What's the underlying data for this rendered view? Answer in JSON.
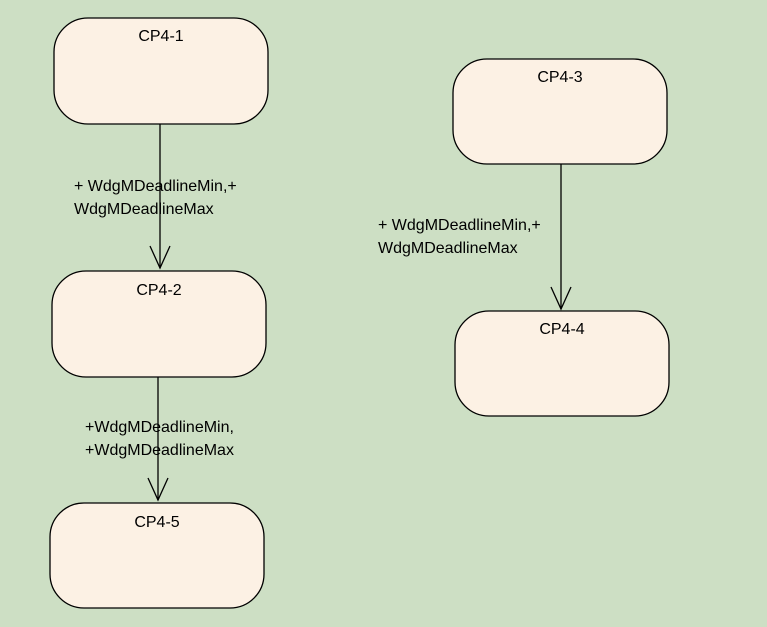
{
  "colors": {
    "background": "#cddfc4",
    "node_fill": "#fcf1e4",
    "stroke": "#000000"
  },
  "nodes": [
    {
      "id": "cp4-1",
      "label": "CP4-1"
    },
    {
      "id": "cp4-2",
      "label": "CP4-2"
    },
    {
      "id": "cp4-3",
      "label": "CP4-3"
    },
    {
      "id": "cp4-4",
      "label": "CP4-4"
    },
    {
      "id": "cp4-5",
      "label": "CP4-5"
    }
  ],
  "edges": [
    {
      "from": "cp4-1",
      "to": "cp4-2",
      "label_lines": [
        "+ WdgMDeadlineMin,+",
        "WdgMDeadlineMax"
      ]
    },
    {
      "from": "cp4-3",
      "to": "cp4-4",
      "label_lines": [
        "+ WdgMDeadlineMin,+",
        "WdgMDeadlineMax"
      ]
    },
    {
      "from": "cp4-2",
      "to": "cp4-5",
      "label_lines": [
        "+WdgMDeadlineMin,",
        "+WdgMDeadlineMax"
      ]
    }
  ]
}
